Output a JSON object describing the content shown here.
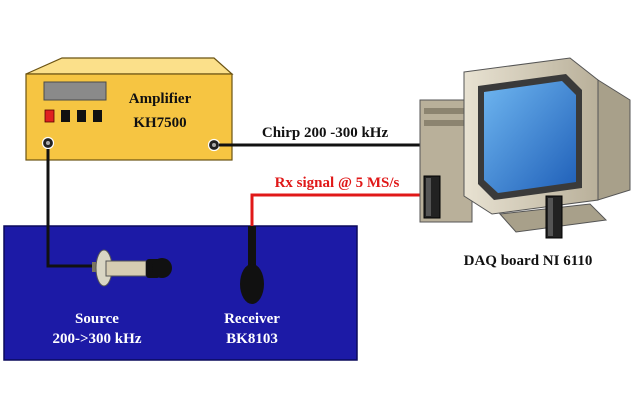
{
  "amplifier": {
    "name": "Amplifier",
    "model": "KH7500",
    "body_color": "#f6c542",
    "indicator_color": "#e02020"
  },
  "cable_chirp": {
    "label": "Chirp 200 -300 kHz",
    "color": "#111111"
  },
  "cable_rx": {
    "label": "Rx signal @ 5 MS/s",
    "color": "#e01818"
  },
  "tank": {
    "color": "#1c1aa6"
  },
  "source": {
    "label_line1": "Source",
    "label_line2": "200->300 kHz"
  },
  "receiver": {
    "label_line1": "Receiver",
    "label_line2": "BK8103"
  },
  "computer": {
    "label": "DAQ board NI 6110",
    "screen_color": "#2f7fd6"
  }
}
